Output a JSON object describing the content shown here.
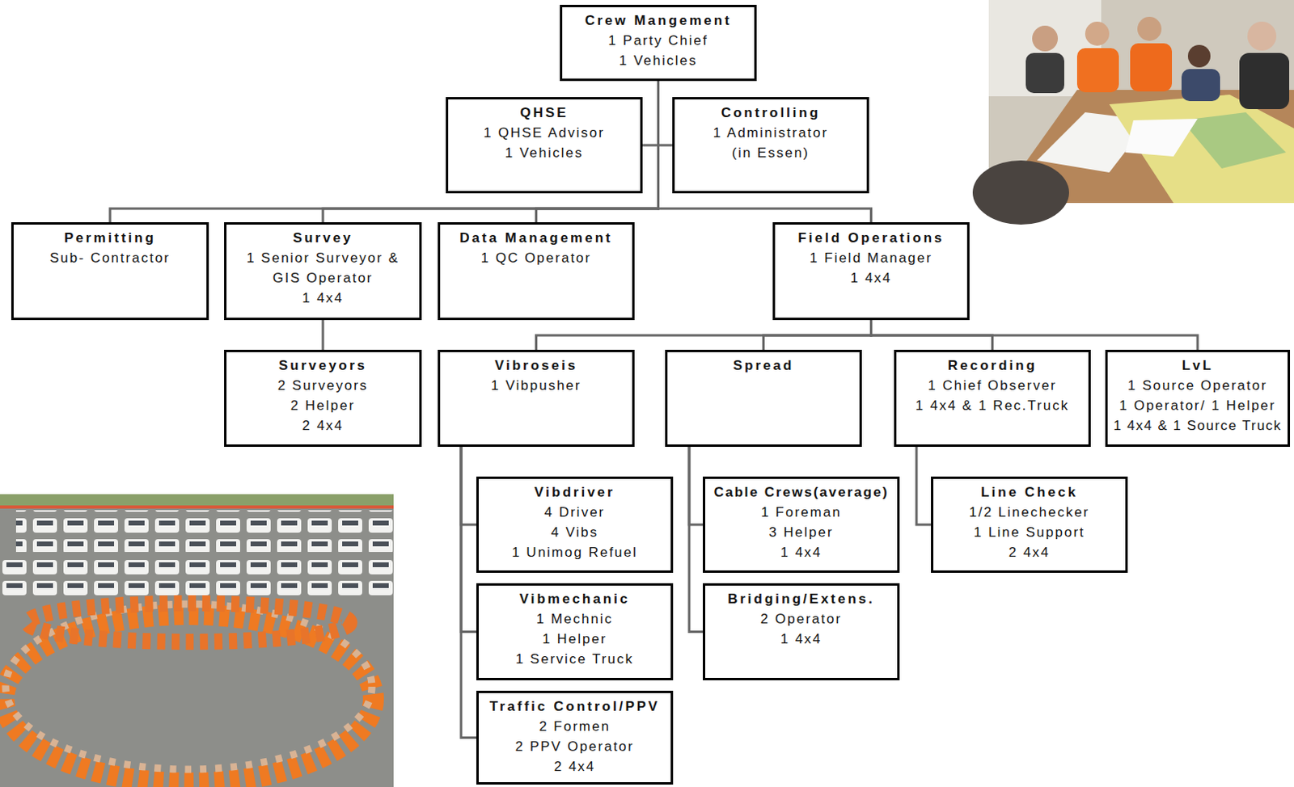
{
  "diagram": {
    "nodes": [
      {
        "text": [
          "Crew Mangement",
          "1 Party Chief",
          "1 Vehicles"
        ]
      },
      {
        "text": [
          "QHSE",
          "1 QHSE Advisor",
          "1 Vehicles"
        ]
      },
      {
        "text": [
          "Controlling",
          "1 Administrator",
          "(in Essen)"
        ]
      },
      {
        "text": [
          "Permitting",
          "Sub- Contractor"
        ]
      },
      {
        "text": [
          "Survey",
          "1 Senior Surveyor & GIS Operator",
          "1 4x4"
        ]
      },
      {
        "text": [
          "Data Management",
          "1 QC Operator"
        ]
      },
      {
        "text": [
          "Field Operations",
          "1 Field Manager",
          "1 4x4"
        ]
      },
      {
        "text": [
          "Surveyors",
          "2 Surveyors",
          "2 Helper",
          "2 4x4"
        ]
      },
      {
        "text": [
          "Vibroseis",
          "1 Vibpusher"
        ]
      },
      {
        "text": [
          "Spread"
        ]
      },
      {
        "text": [
          "Recording",
          "1 Chief Observer",
          "1 4x4 & 1 Rec.Truck"
        ]
      },
      {
        "text": [
          "LvL",
          "1 Source Operator",
          "1 Operator/ 1 Helper",
          "1 4x4 & 1 Source Truck"
        ]
      },
      {
        "text": [
          "Vibdriver",
          "4 Driver",
          "4 Vibs",
          "1 Unimog Refuel"
        ]
      },
      {
        "text": [
          "Vibmechanic",
          "1 Mechnic",
          "1 Helper",
          "1 Service Truck"
        ]
      },
      {
        "text": [
          "Traffic Control/PPV",
          "2 Formen",
          "2 PPV Operator",
          "2 4x4"
        ]
      },
      {
        "text": [
          "Cable Crews(average)",
          "1 Foreman",
          "3 Helper",
          "1 4x4"
        ]
      },
      {
        "text": [
          "Bridging/Extens.",
          "2 Operator",
          "1 4x4"
        ]
      },
      {
        "text": [
          "Line Check",
          "1/2 Linechecker",
          "1 Line Support",
          "2 4x4"
        ]
      }
    ],
    "edges": [
      {
        "from": 0,
        "to": 1,
        "arrow": "none"
      },
      {
        "from": 0,
        "to": 2,
        "arrow": "none"
      },
      {
        "from": 0,
        "to": 3,
        "arrow": "none"
      },
      {
        "from": 0,
        "to": 4,
        "arrow": "none"
      },
      {
        "from": 0,
        "to": 5,
        "arrow": "none"
      },
      {
        "from": 0,
        "to": 6,
        "arrow": "none"
      },
      {
        "from": 4,
        "to": 7,
        "arrow": "none"
      },
      {
        "from": 6,
        "to": 8,
        "arrow": "none"
      },
      {
        "from": 6,
        "to": 9,
        "arrow": "none"
      },
      {
        "from": 6,
        "to": 10,
        "arrow": "none"
      },
      {
        "from": 6,
        "to": 11,
        "arrow": "none"
      },
      {
        "from": 8,
        "to": 12,
        "arrow": "none"
      },
      {
        "from": 8,
        "to": 13,
        "arrow": "none"
      },
      {
        "from": 8,
        "to": 14,
        "arrow": "none"
      },
      {
        "from": 9,
        "to": 15,
        "arrow": "none"
      },
      {
        "from": 9,
        "to": 16,
        "arrow": "none"
      },
      {
        "from": 10,
        "to": 17,
        "arrow": "none"
      }
    ]
  }
}
